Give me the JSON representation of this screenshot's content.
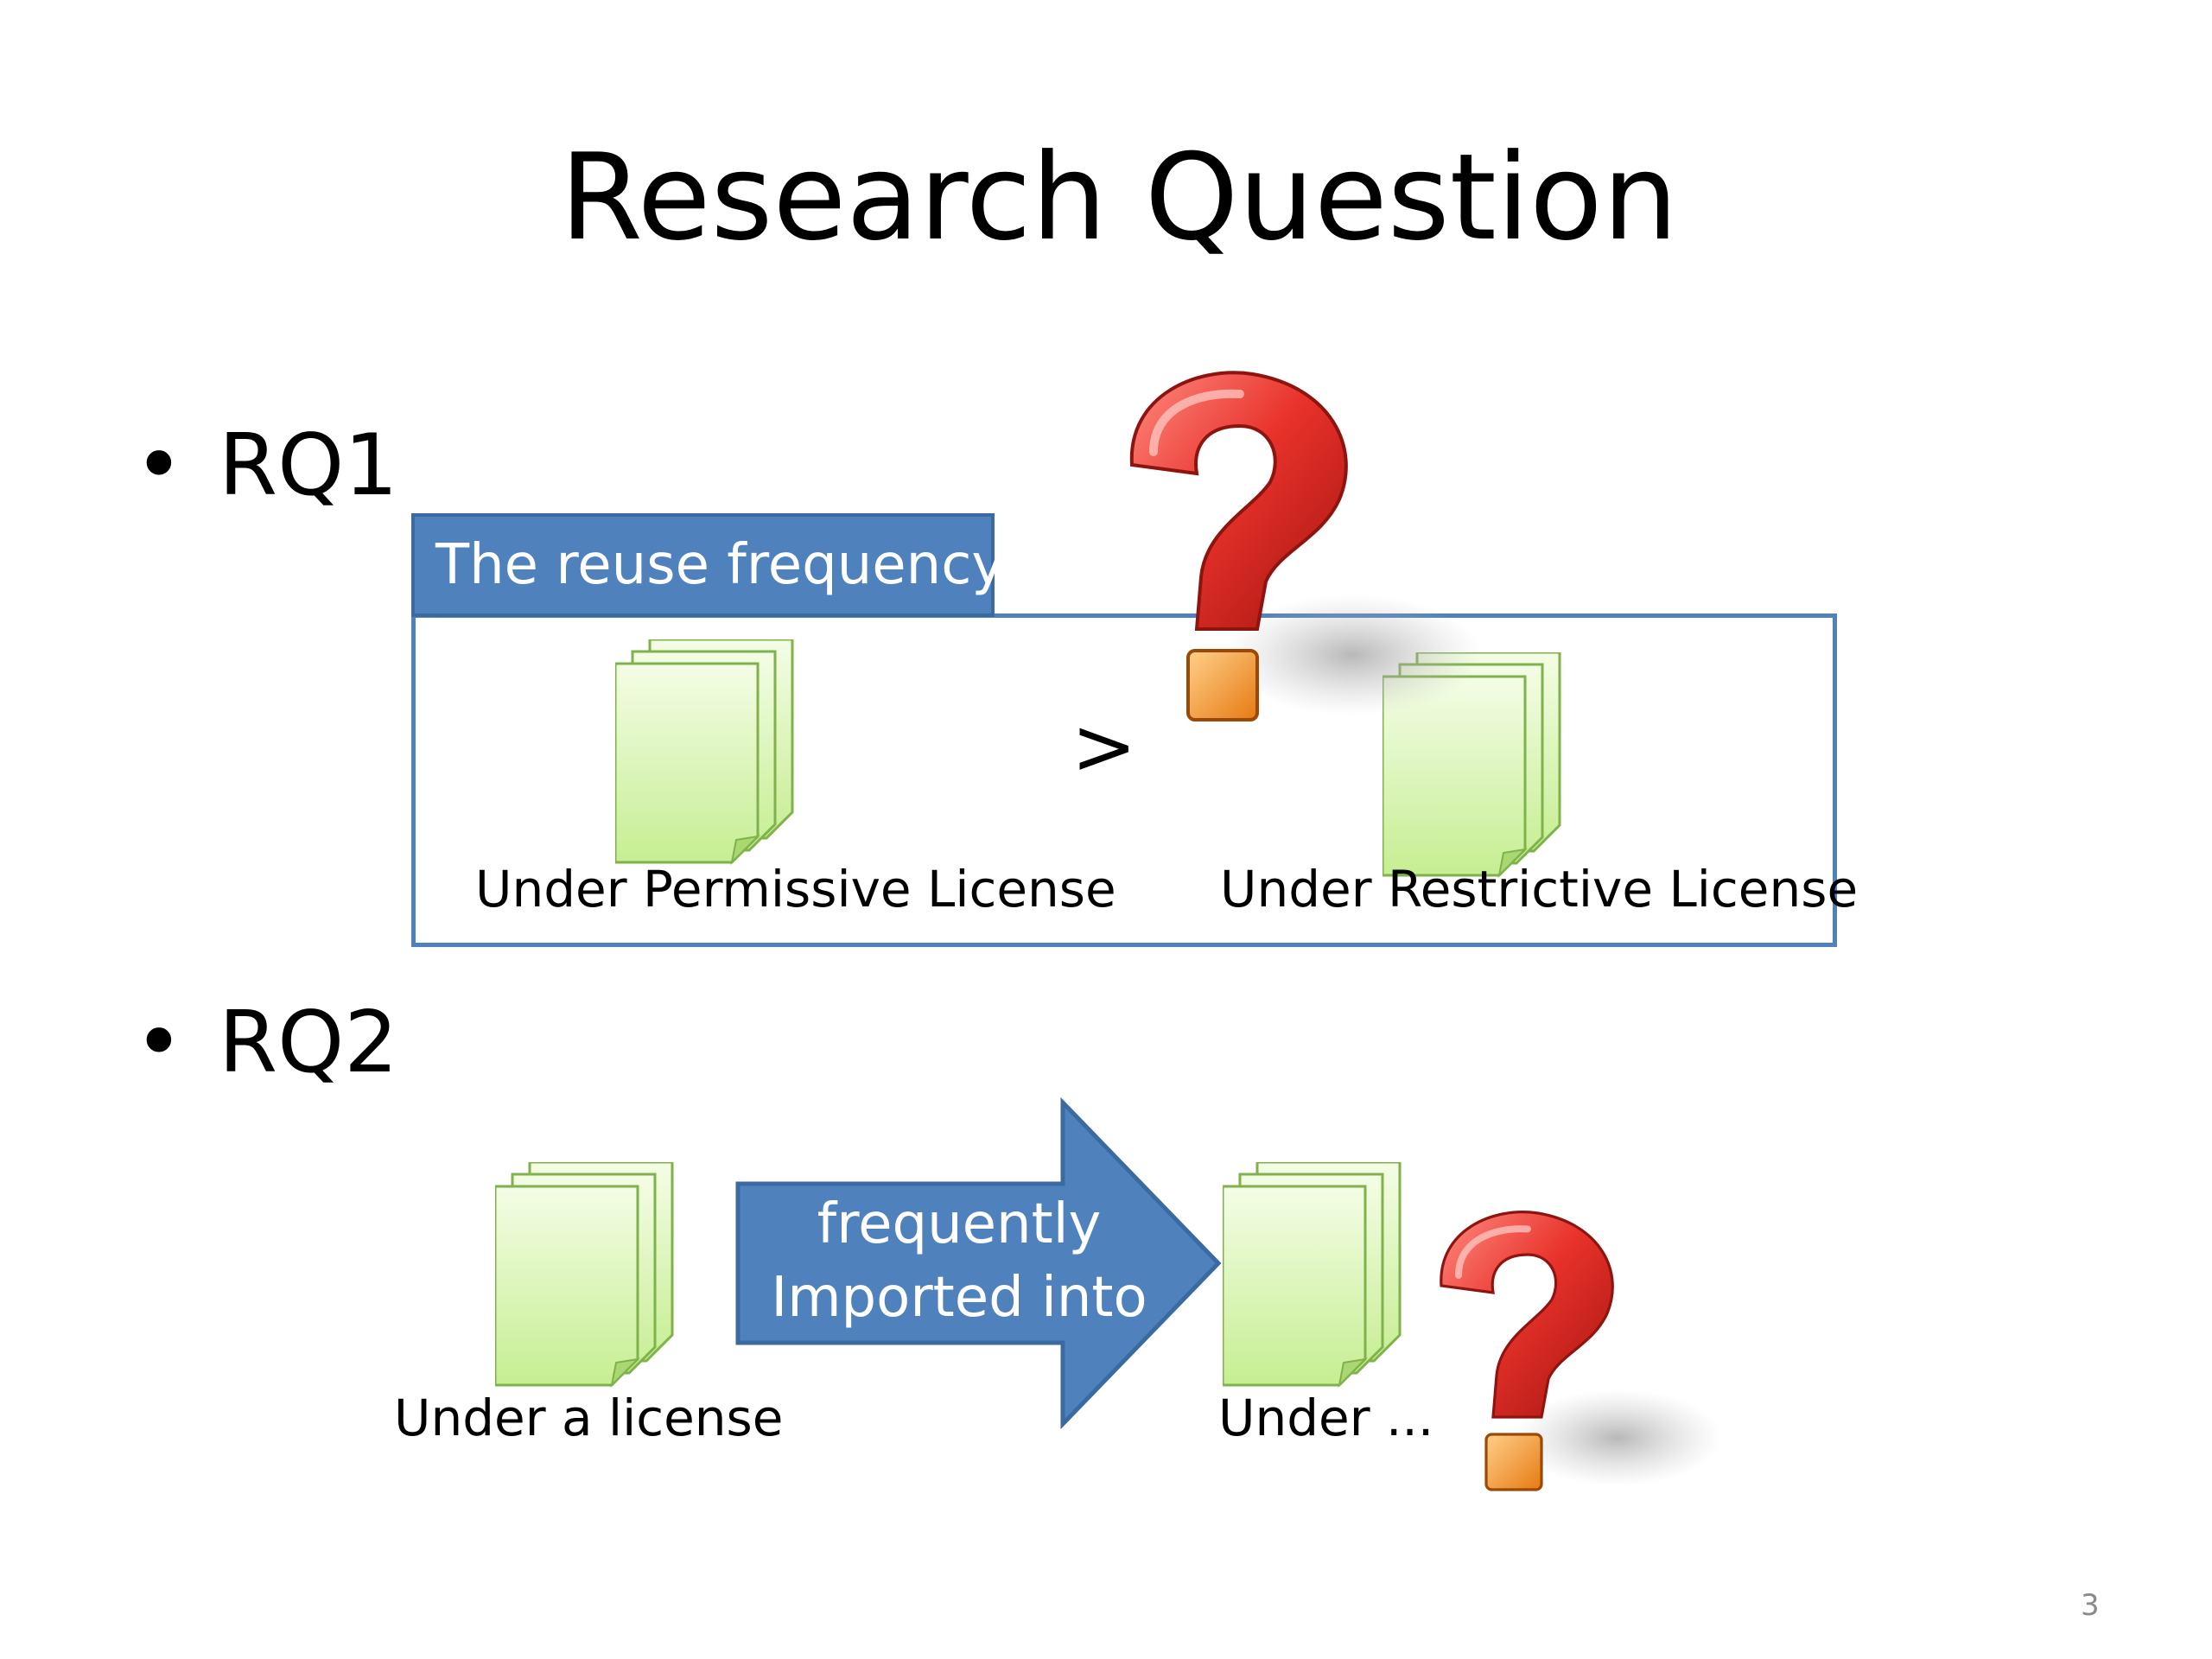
{
  "slide": {
    "title": "Research Question",
    "page_number": "3"
  },
  "rq1": {
    "bullet": "•",
    "label": "RQ1",
    "box_title": "The reuse frequency",
    "left_caption": "Under Permissive License",
    "comparison": ">",
    "right_caption": "Under Restrictive License"
  },
  "rq2": {
    "bullet": "•",
    "label": "RQ2",
    "left_caption": "Under a license",
    "arrow_line1": "frequently",
    "arrow_line2": "Imported into",
    "right_caption": "Under ..."
  },
  "colors": {
    "accent_blue": "#4f81bd",
    "document_green": "#d8f5b0",
    "question_red": "#e8322a",
    "question_orange": "#f6a13a"
  },
  "icons": [
    "document-stack-icon",
    "question-mark-icon",
    "right-arrow-icon"
  ]
}
